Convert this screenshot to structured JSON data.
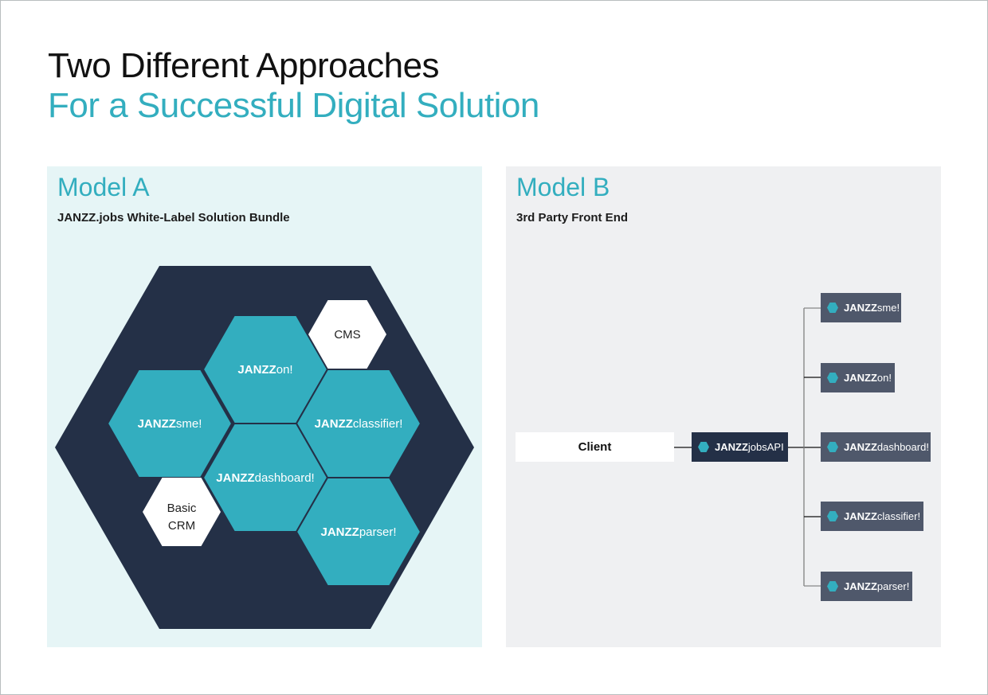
{
  "title": {
    "line1": "Two Different Approaches",
    "line2": "For a Successful Digital Solution"
  },
  "model_a": {
    "heading": "Model A",
    "subtitle": "JANZZ.jobs White-Label Solution Bundle",
    "modules": [
      {
        "brand": "JANZZ",
        "suffix": "on!"
      },
      {
        "brand": "JANZZ",
        "suffix": "sme!"
      },
      {
        "brand": "JANZZ",
        "suffix": "classifier!"
      },
      {
        "brand": "JANZZ",
        "suffix": "dashboard!"
      },
      {
        "brand": "JANZZ",
        "suffix": "parser!"
      }
    ],
    "extras": {
      "cms": "CMS",
      "crm_line1": "Basic",
      "crm_line2": "CRM"
    }
  },
  "model_b": {
    "heading": "Model B",
    "subtitle": "3rd Party Front End",
    "client": "Client",
    "api": {
      "brand": "JANZZ",
      "suffix": "jobsAPI"
    },
    "modules": [
      {
        "brand": "JANZZ",
        "suffix": "sme!"
      },
      {
        "brand": "JANZZ",
        "suffix": "on!"
      },
      {
        "brand": "JANZZ",
        "suffix": "dashboard!"
      },
      {
        "brand": "JANZZ",
        "suffix": "classifier!"
      },
      {
        "brand": "JANZZ",
        "suffix": "parser!"
      }
    ]
  },
  "colors": {
    "teal": "#33aebf",
    "navy": "#243047",
    "slate": "#4f586b",
    "panel_a": "#e6f5f6",
    "panel_b": "#eff0f2"
  }
}
